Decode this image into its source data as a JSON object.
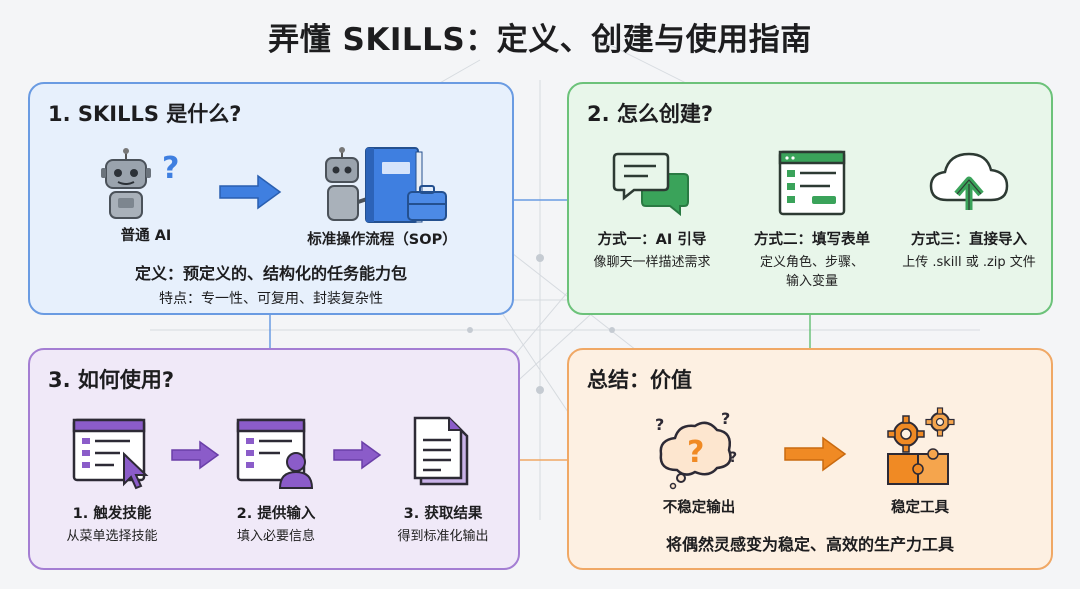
{
  "title": "弄懂 SKILLS：定义、创建与使用指南",
  "panel1": {
    "title": "1. SKILLS 是什么?",
    "left_label": "普通 AI",
    "right_label": "标准操作流程（SOP）",
    "definition": "定义：预定义的、结构化的任务能力包",
    "features": "特点：专一性、可复用、封装复杂性"
  },
  "panel2": {
    "title": "2. 怎么创建?",
    "methods": [
      {
        "label": "方式一：AI 引导",
        "desc": "像聊天一样描述需求"
      },
      {
        "label": "方式二：填写表单",
        "desc_line1": "定义角色、步骤、",
        "desc_line2": "输入变量"
      },
      {
        "label": "方式三：直接导入",
        "desc": "上传 .skill 或 .zip 文件"
      }
    ]
  },
  "panel3": {
    "title": "3. 如何使用?",
    "steps": [
      {
        "label": "1. 触发技能",
        "desc": "从菜单选择技能"
      },
      {
        "label": "2. 提供输入",
        "desc": "填入必要信息"
      },
      {
        "label": "3. 获取结果",
        "desc": "得到标准化输出"
      }
    ]
  },
  "panel4": {
    "title": "总结：价值",
    "left_label": "不稳定输出",
    "right_label": "稳定工具",
    "summary": "将偶然灵感变为稳定、高效的生产力工具"
  },
  "colors": {
    "blue": "#3f7fe0",
    "green": "#3aa35a",
    "purple": "#8b5cc9",
    "orange": "#f08a24"
  },
  "icons": [
    "robot-question-icon",
    "arrow-right-icon",
    "robot-book-icon",
    "chat-icon",
    "form-icon",
    "cloud-upload-icon",
    "menu-cursor-icon",
    "form-user-icon",
    "document-icon",
    "thought-cloud-icon",
    "gears-puzzle-icon"
  ]
}
